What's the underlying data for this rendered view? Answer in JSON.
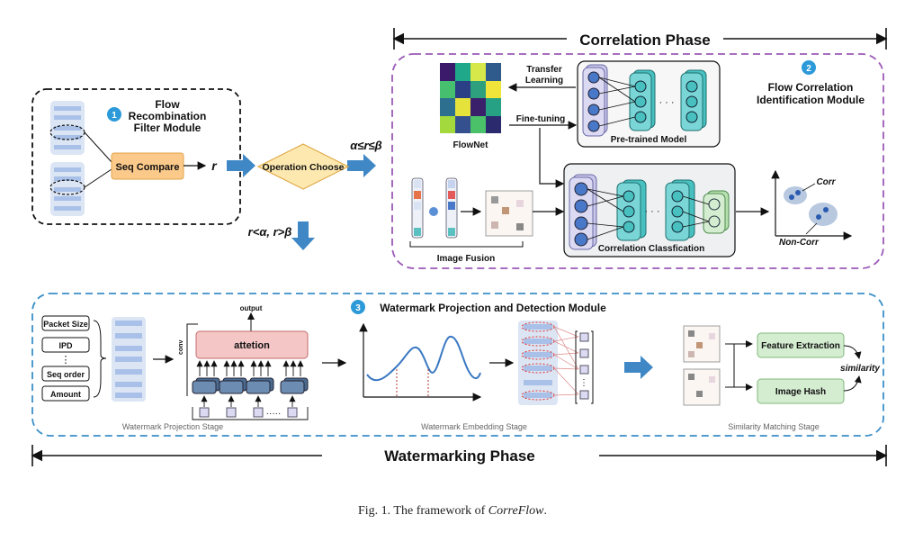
{
  "phases": {
    "correlation": "Correlation Phase",
    "watermarking": "Watermarking Phase"
  },
  "module1": {
    "number": "1",
    "title_lines": [
      "Flow",
      "Recombination",
      "Filter Module"
    ],
    "seq_compare": "Seq Compare",
    "r_label": "r"
  },
  "decision": {
    "label": "Operation Choose",
    "cond_up": "α≤r≤β",
    "cond_down": "r<α, r>β"
  },
  "module2": {
    "number": "2",
    "title_lines": [
      "Flow Correlation",
      "Identification Module"
    ],
    "flownet": "FlowNet",
    "transfer_lines": [
      "Transfer",
      "Learning"
    ],
    "fine_tuning": "Fine-tuning",
    "pretrained": "Pre-trained Model",
    "image_fusion": "Image Fusion",
    "correlation_class": "Correlation Classfication",
    "corr": "Corr",
    "non_corr": "Non-Corr",
    "ellipsis": "· · ·"
  },
  "module3": {
    "number": "3",
    "title": "Watermark Projection and Detection Module",
    "features": [
      "Packet Size",
      "IPD",
      "Seq order",
      "Amount"
    ],
    "vdots": "⋮",
    "output": "output",
    "conv": "conv",
    "attention": "attetion",
    "stage_projection": "Watermark Projection Stage",
    "stage_embedding": "Watermark Embedding Stage",
    "stage_similarity": "Similarity Matching Stage",
    "feature_extraction": "Feature Extraction",
    "image_hash": "Image Hash",
    "similarity": "similarity",
    "dots": "·····"
  },
  "caption": {
    "prefix": "Fig. 1.  The framework of ",
    "name": "CorreFlow",
    "suffix": "."
  },
  "colors": {
    "purple_dash": "#9b59b6",
    "blue_dash": "#3a8fc8",
    "arrow_blue": "#3f88c5",
    "badge_blue": "#2c9ad8",
    "seq_compare_fill": "#fbc98a",
    "diamond_fill": "#fde9b0",
    "neuron_blue": "#4a78c8",
    "neuron_teal": "#49c0c0",
    "attention_fill": "#f5c6c6",
    "green_box": "#d4ecd0"
  }
}
